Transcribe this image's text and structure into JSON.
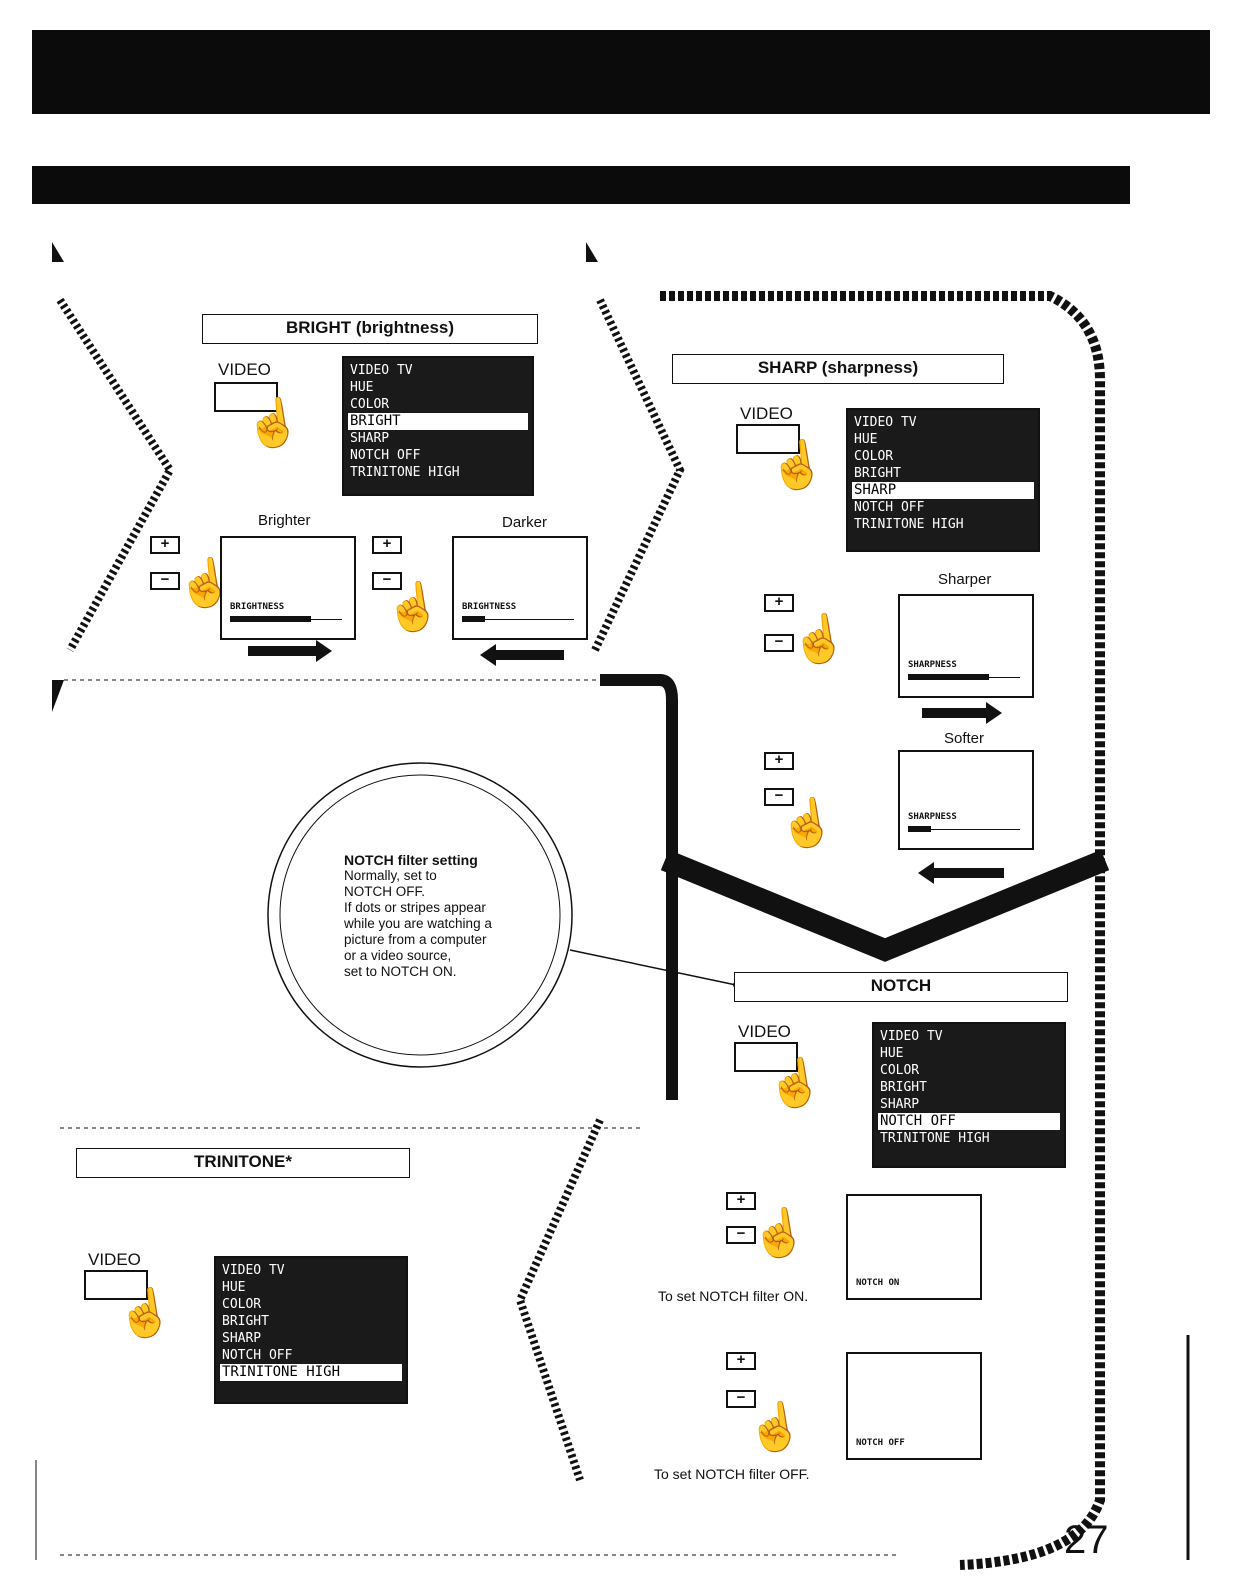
{
  "sections": {
    "bright_title": "BRIGHT (brightness)",
    "sharp_title": "SHARP (sharpness)",
    "notch_title": "NOTCH",
    "trinitone_title": "TRINITONE*"
  },
  "buttons": {
    "video": "VIDEO",
    "plus": "+",
    "minus": "−"
  },
  "menus": {
    "bright": {
      "rows": [
        "VIDEO          TV",
        "HUE",
        "COLOR",
        "BRIGHT",
        "SHARP",
        "NOTCH OFF",
        "TRINITONE HIGH"
      ],
      "highlight": "BRIGHT"
    },
    "sharp": {
      "rows": [
        "VIDEO          TV",
        "HUE",
        "COLOR",
        "BRIGHT",
        "SHARP",
        "NOTCH OFF",
        "TRINITONE HIGH"
      ],
      "highlight": "SHARP"
    },
    "notch": {
      "rows": [
        "VIDEO          TV",
        "HUE",
        "COLOR",
        "BRIGHT",
        "SHARP",
        "NOTCH OFF",
        "TRINITONE HIGH"
      ],
      "highlight": "NOTCH OFF"
    },
    "trinitone": {
      "rows": [
        "VIDEO          TV",
        "HUE",
        "COLOR",
        "BRIGHT",
        "SHARP",
        "NOTCH OFF",
        "TRINITONE HIGH"
      ],
      "highlight": "TRINITONE HIGH"
    }
  },
  "captions": {
    "brighter": "Brighter",
    "darker": "Darker",
    "sharper": "Sharper",
    "softer": "Softer",
    "notch_on_caption": "To set NOTCH filter ON.",
    "notch_off_caption": "To set NOTCH filter OFF."
  },
  "osd": {
    "brightness": "BRIGHTNESS",
    "sharpness": "SHARPNESS",
    "notch_on": "NOTCH ON",
    "notch_off": "NOTCH OFF"
  },
  "levels": {
    "brighter": 0.7,
    "darker": 0.2,
    "sharper": 0.7,
    "softer": 0.2
  },
  "note": {
    "heading": "NOTCH filter setting",
    "lines": [
      "Normally, set to",
      "NOTCH OFF.",
      "If dots or stripes appear",
      "while you are watching a",
      "picture from a computer",
      "or a video source,",
      "set to NOTCH ON."
    ]
  },
  "page_number": "27"
}
